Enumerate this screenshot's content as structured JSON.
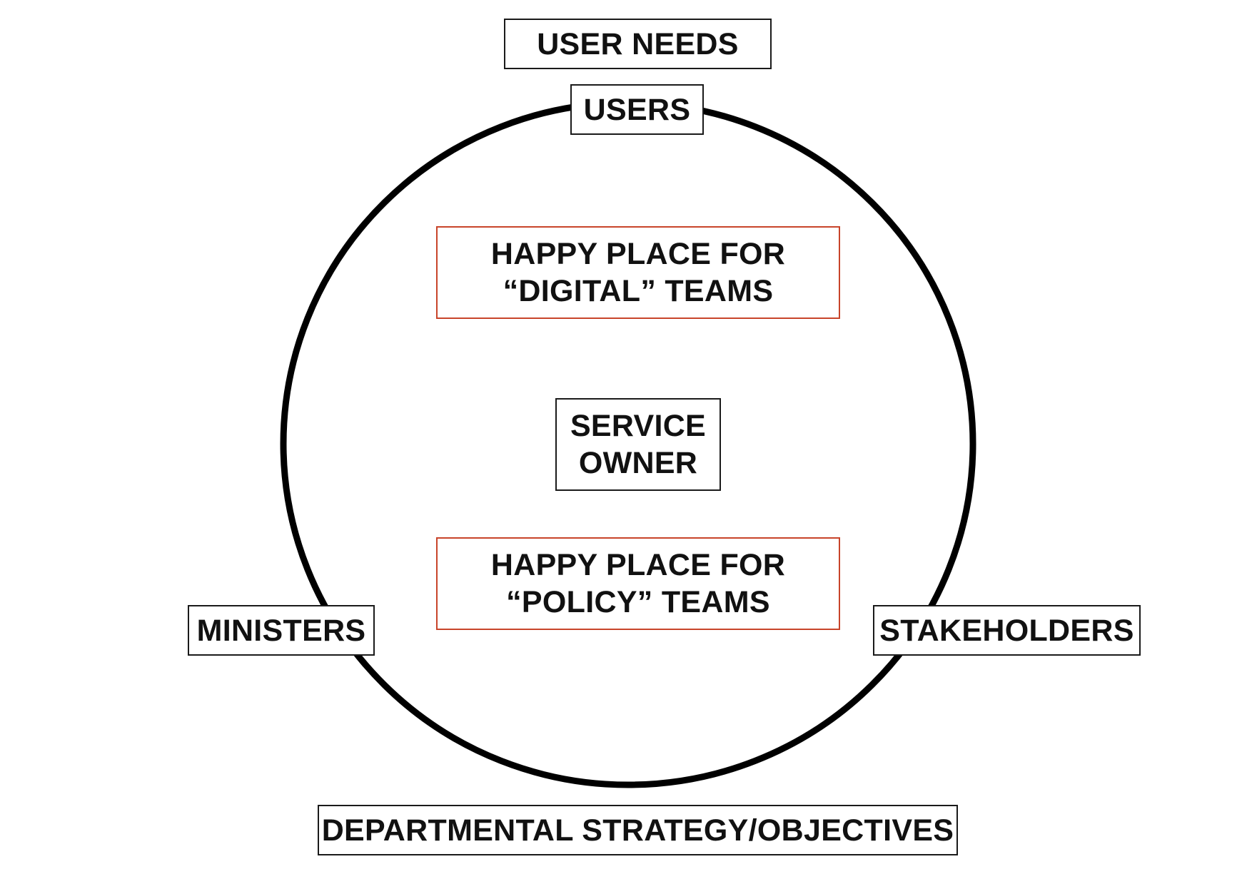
{
  "colors": {
    "ring": "#000000",
    "box_border": "#1a1a1a",
    "happy_place_border": "#c8442a",
    "text": "#111111",
    "background": "#ffffff"
  },
  "labels": {
    "user_needs": "USER NEEDS",
    "users": "USERS",
    "happy_digital": [
      "HAPPY PLACE FOR",
      "“DIGITAL” TEAMS"
    ],
    "service_owner": [
      "SERVICE",
      "OWNER"
    ],
    "happy_policy": [
      "HAPPY PLACE FOR",
      "“POLICY” TEAMS"
    ],
    "ministers": "MINISTERS",
    "stakeholders": "STAKEHOLDERS",
    "strategy": "DEPARTMENTAL STRATEGY/OBJECTIVES"
  }
}
